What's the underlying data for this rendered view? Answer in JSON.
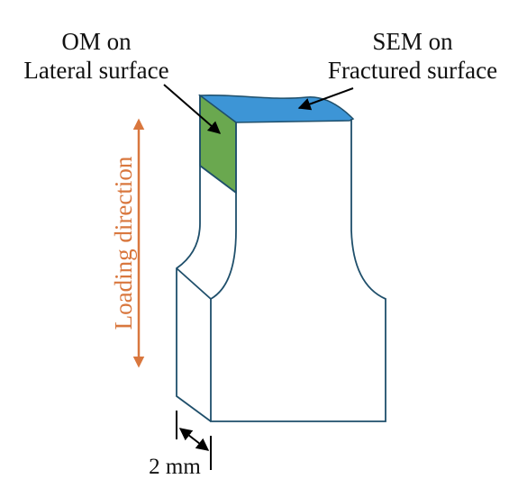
{
  "labels": {
    "om_line1": "OM on",
    "om_line2": "Lateral surface",
    "sem_line1": "SEM on",
    "sem_line2": "Fractured surface",
    "loading_direction": "Loading direction",
    "dimension": "2 mm"
  },
  "colors": {
    "outline": "#1f4f6b",
    "lateral_fill": "#6aa84f",
    "fracture_fill": "#3d95d6",
    "loading_arrow": "#d9773e",
    "text": "#111111",
    "annotation": "#000000"
  }
}
